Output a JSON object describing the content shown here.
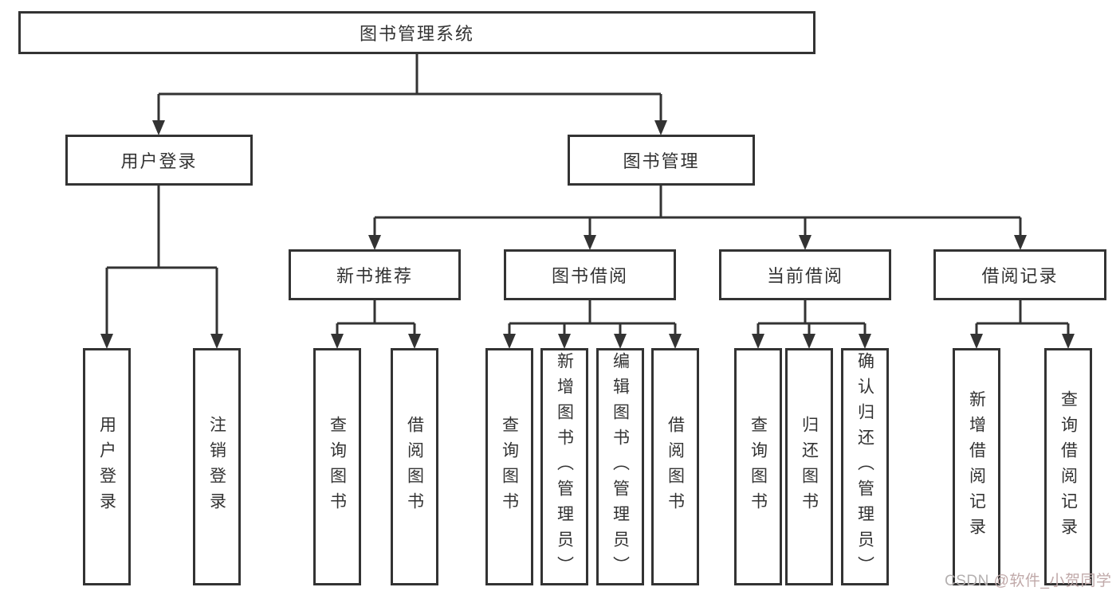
{
  "diagram": {
    "root": {
      "label": "图书管理系统"
    },
    "user_login_branch": {
      "label": "用户登录",
      "children": {
        "login": {
          "label": "用户登录"
        },
        "logout": {
          "label": "注销登录"
        }
      }
    },
    "book_management_branch": {
      "label": "图书管理",
      "sections": {
        "new_book_rec": {
          "label": "新书推荐",
          "children": {
            "query_books": {
              "label": "查询图书"
            },
            "borrow_books": {
              "label": "借阅图书"
            }
          }
        },
        "book_borrow": {
          "label": "图书借阅",
          "children": {
            "query_books": {
              "label": "查询图书"
            },
            "add_books_admin": {
              "label": "新增图书（管理员）"
            },
            "edit_books_admin": {
              "label": "编辑图书（管理员）"
            },
            "borrow_books": {
              "label": "借阅图书"
            }
          }
        },
        "current_borrow": {
          "label": "当前借阅",
          "children": {
            "query_books": {
              "label": "查询图书"
            },
            "return_books": {
              "label": "归还图书"
            },
            "confirm_return_admin": {
              "label": "确认归还（管理员）"
            }
          }
        },
        "borrow_records": {
          "label": "借阅记录",
          "children": {
            "add_borrow_record": {
              "label": "新增借阅记录"
            },
            "query_borrow_record": {
              "label": "查询借阅记录"
            }
          }
        }
      }
    }
  },
  "watermark": {
    "prefix": "CSDN ",
    "handle": "@软件_小贺同学"
  },
  "colors": {
    "line": "#333333",
    "box_border": "#333333",
    "text": "#333333",
    "background": "#ffffff",
    "watermark_gray": "#b4b0b0",
    "watermark_red": "#c0a9a9"
  }
}
